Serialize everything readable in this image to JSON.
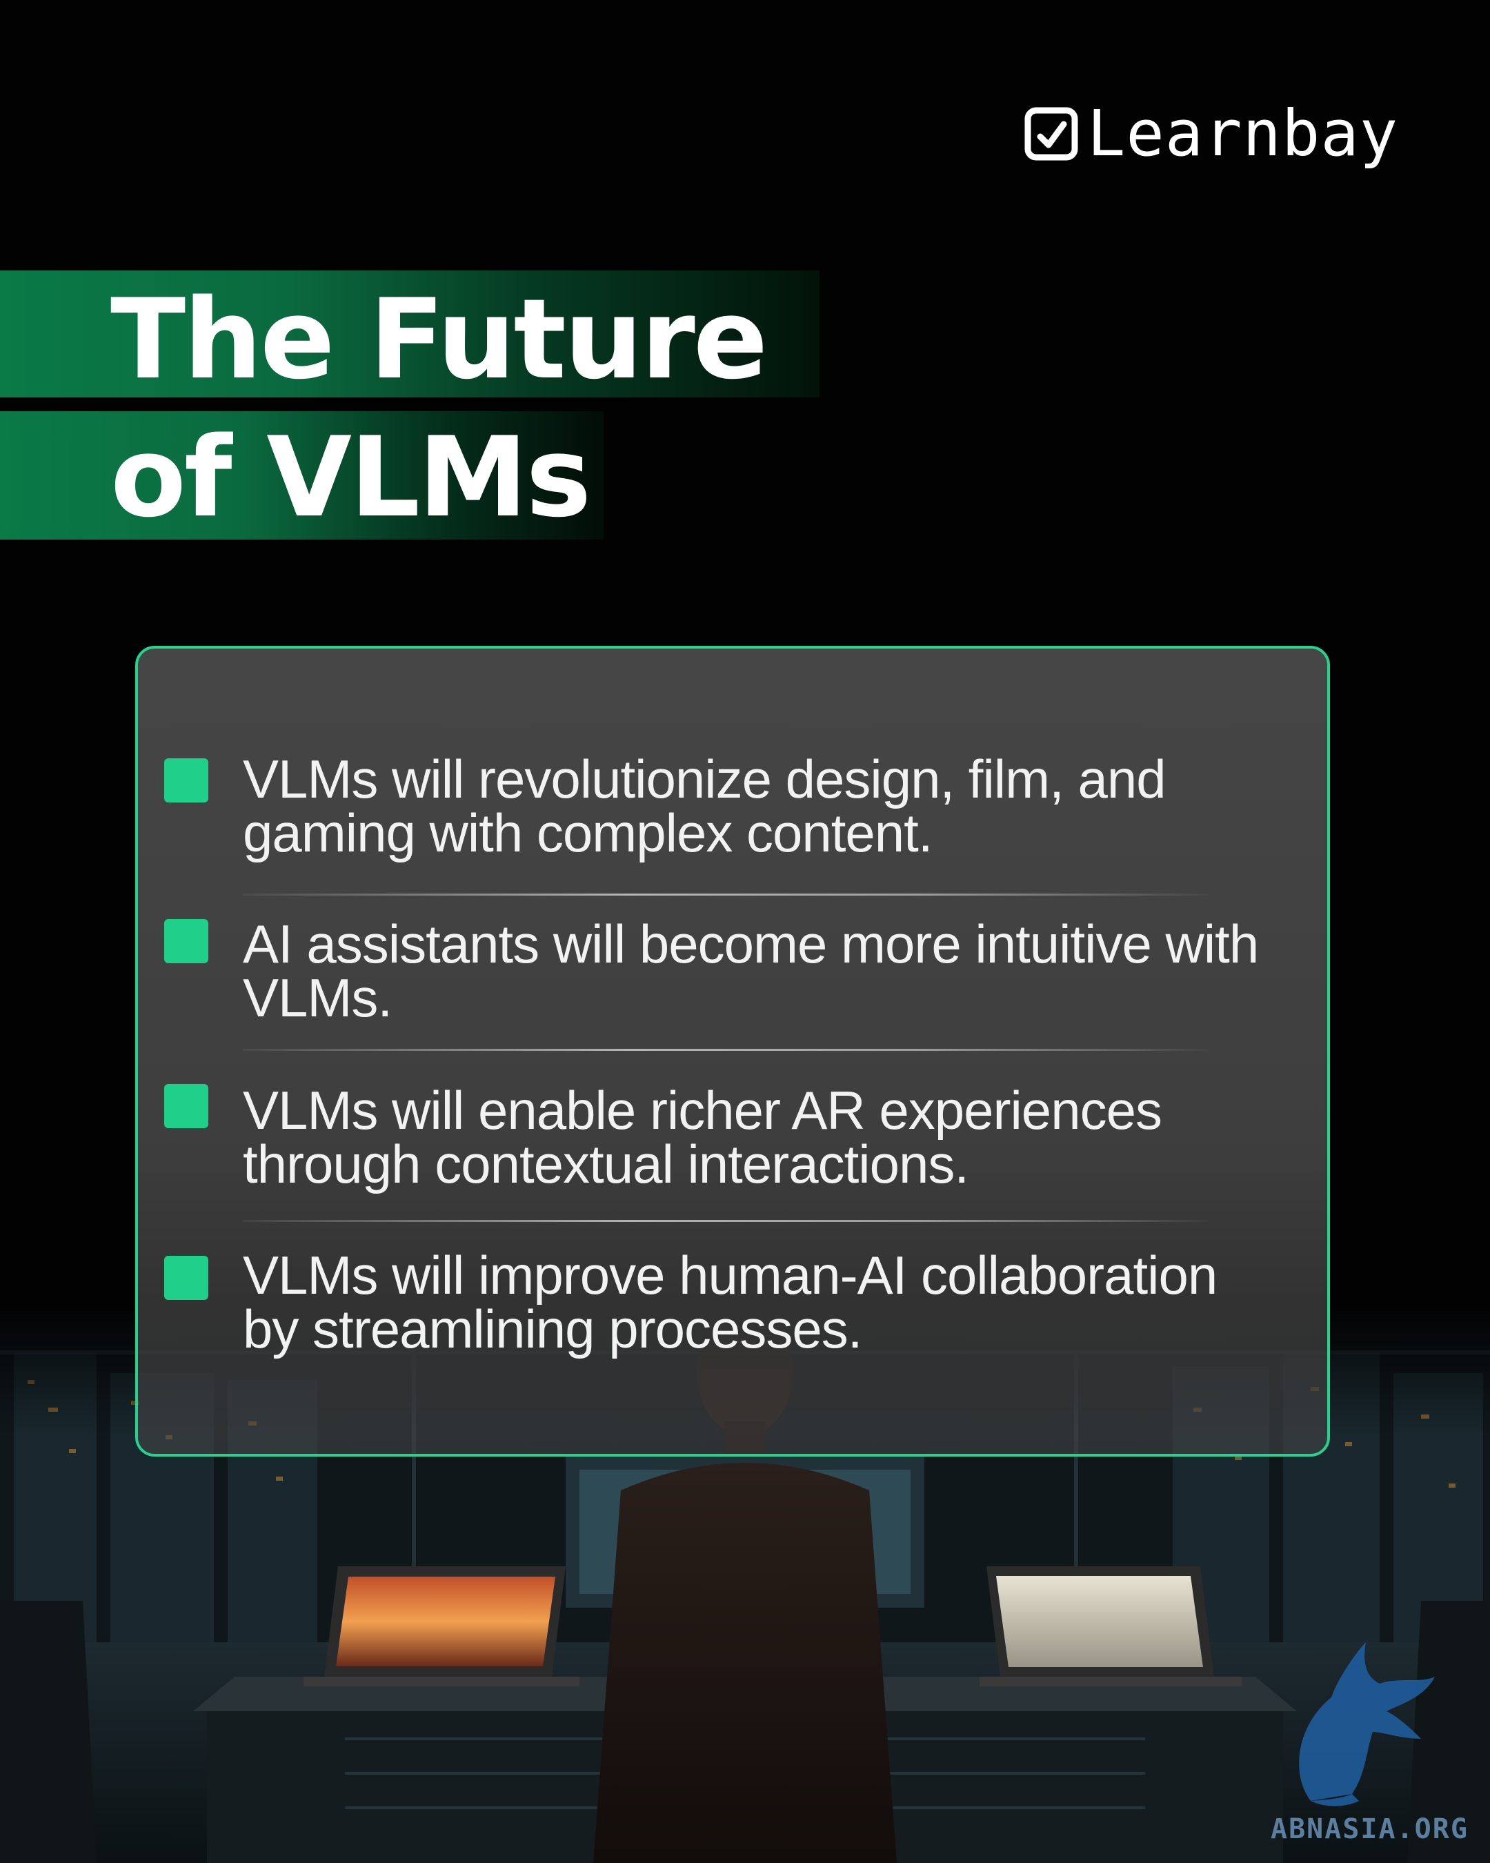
{
  "brand": {
    "name": "Learnbay",
    "accent": "#1ed08a"
  },
  "title": {
    "line1": "The Future",
    "line2": "of VLMs"
  },
  "points": [
    {
      "line1": "VLMs will revolutionize design, film, and",
      "line2": "gaming with complex content."
    },
    {
      "line1": "AI assistants will become more intuitive with",
      "line2": "VLMs."
    },
    {
      "line1": "VLMs will enable richer AR experiences",
      "line2": "through contextual interactions."
    },
    {
      "line1": "VLMs will improve human-AI collaboration",
      "line2": "by streamlining processes."
    }
  ],
  "watermark": {
    "text": "ABNASIA.ORG",
    "icon": "bird-icon"
  },
  "colors": {
    "background": "#020202",
    "card": "#484848",
    "card_border": "#25d38f",
    "title_band": "#0a7a47"
  }
}
